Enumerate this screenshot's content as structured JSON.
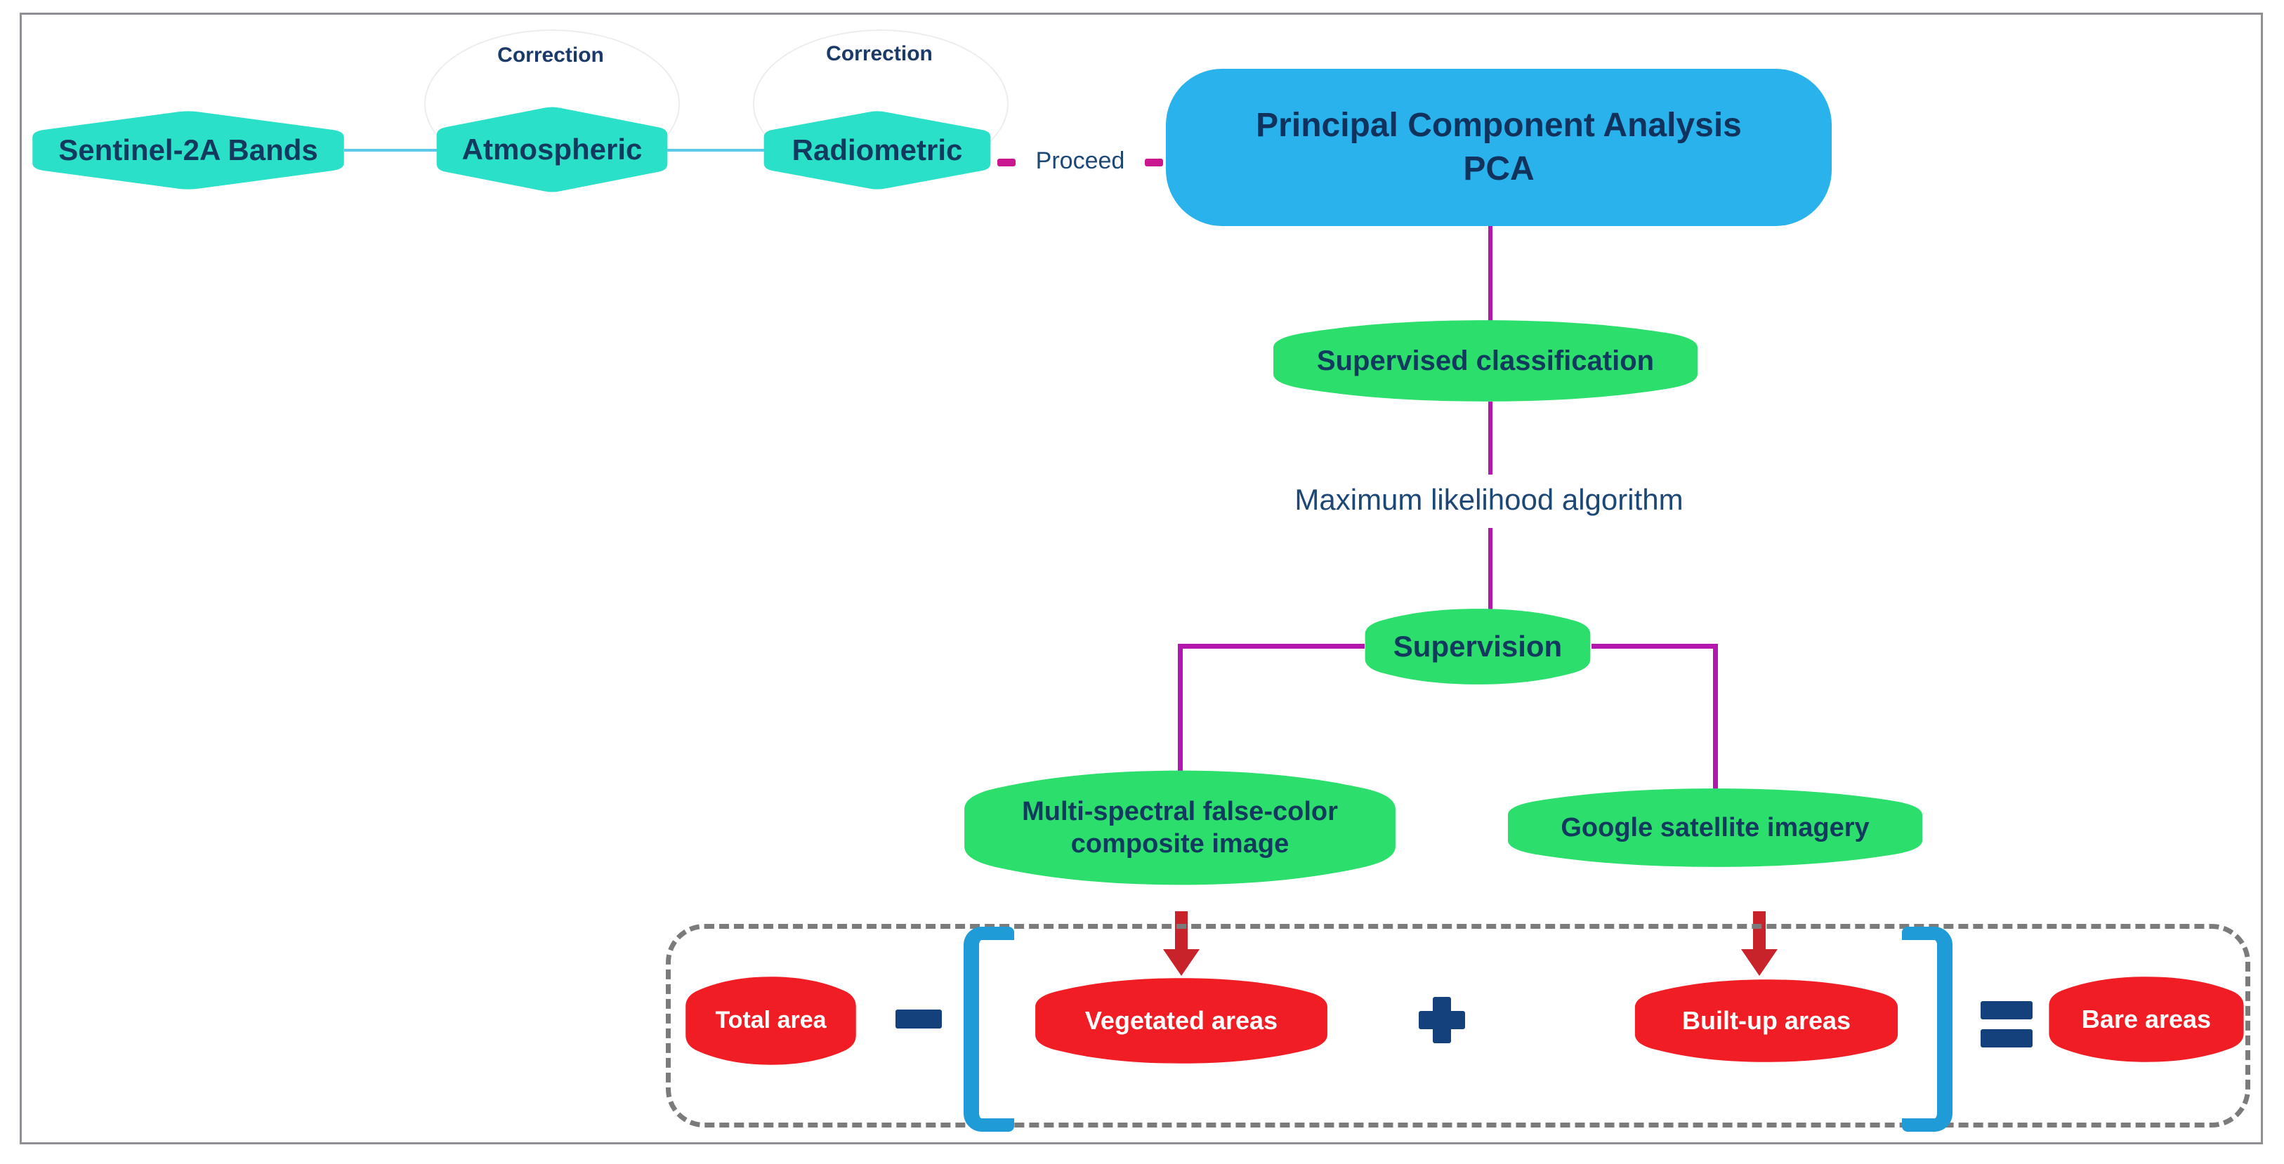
{
  "nodes": {
    "sentinel": {
      "label": "Sentinel-2A Bands"
    },
    "correction_atmospheric": {
      "label": "Correction"
    },
    "correction_radiometric": {
      "label": "Correction"
    },
    "atmospheric": {
      "label": "Atmospheric"
    },
    "radiometric": {
      "label": "Radiometric"
    },
    "proceed": {
      "label": "Proceed"
    },
    "pca": {
      "line1": "Principal Component Analysis",
      "line2": "PCA"
    },
    "supervised_classification": {
      "label": "Supervised classification"
    },
    "max_likelihood": {
      "label": "Maximum likelihood algorithm"
    },
    "supervision": {
      "label": "Supervision"
    },
    "multispectral": {
      "line1": "Multi-spectral false-color",
      "line2": "composite image"
    },
    "google_imagery": {
      "label": "Google satellite imagery"
    },
    "total_area": {
      "label": "Total area"
    },
    "vegetated_areas": {
      "label": "Vegetated areas"
    },
    "builtup_areas": {
      "label": "Built-up areas"
    },
    "bare_areas": {
      "label": "Bare areas"
    }
  },
  "operators": {
    "minus": "minus",
    "plus": "plus",
    "equals": "equals"
  },
  "icons": {
    "down_arrow": "red down arrow",
    "bracket_left": "blue left square bracket",
    "bracket_right": "blue right square bracket",
    "proceed_dash": "magenta dash connector"
  },
  "colors": {
    "teal": "#2be0c8",
    "blue": "#29b2ec",
    "green": "#2cdf6c",
    "red": "#f01d24",
    "arrow-red": "#c8222a",
    "magenta": "#b317ad",
    "pink-dash": "#c9188f",
    "navy": "#123a5e",
    "navy-light": "#1d4776",
    "operator-navy": "#14407c",
    "bracket-blue": "#1f9bd8",
    "line-cyan": "#5fc9e9",
    "dash-gray": "#7b7b7b",
    "frame-gray": "#8f9094"
  }
}
